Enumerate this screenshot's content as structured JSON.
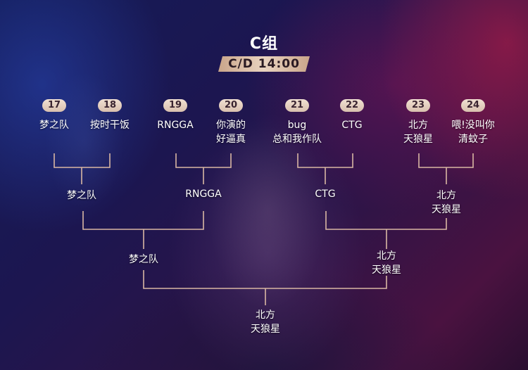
{
  "group_title": "C组",
  "time_label": "C/D 14:00",
  "round1": [
    {
      "seed": "17",
      "team": [
        "梦之队"
      ]
    },
    {
      "seed": "18",
      "team": [
        "按时干饭"
      ]
    },
    {
      "seed": "19",
      "team": [
        "RNGGA"
      ]
    },
    {
      "seed": "20",
      "team": [
        "你演的",
        "好逼真"
      ]
    },
    {
      "seed": "21",
      "team": [
        "bug",
        "总和我作队"
      ]
    },
    {
      "seed": "22",
      "team": [
        "CTG"
      ]
    },
    {
      "seed": "23",
      "team": [
        "北方",
        "天狼星"
      ]
    },
    {
      "seed": "24",
      "team": [
        "喂!没叫你",
        "清蚊子"
      ]
    }
  ],
  "round2": [
    {
      "team": [
        "梦之队"
      ]
    },
    {
      "team": [
        "RNGGA"
      ]
    },
    {
      "team": [
        "CTG"
      ]
    },
    {
      "team": [
        "北方",
        "天狼星"
      ]
    }
  ],
  "round3": [
    {
      "team": [
        "梦之队"
      ]
    },
    {
      "team": [
        "北方",
        "天狼星"
      ]
    }
  ],
  "champion": {
    "team": [
      "北方",
      "天狼星"
    ]
  },
  "colors": {
    "line": "#d9b7a3",
    "badge": "#e9d3c0"
  }
}
